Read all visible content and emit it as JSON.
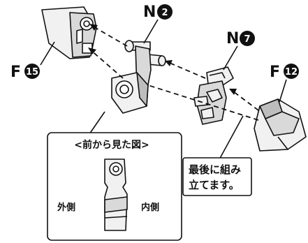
{
  "parts": {
    "f15": {
      "letter": "F",
      "number": "15"
    },
    "n2": {
      "letter": "N",
      "number": "2"
    },
    "n7": {
      "letter": "N",
      "number": "7"
    },
    "f12": {
      "letter": "F",
      "number": "12"
    }
  },
  "front_view": {
    "title": "<前から見た図>",
    "outer_label": "外側",
    "inner_label": "内側"
  },
  "note": {
    "line1": "最後に組み",
    "line2": "立てます。"
  }
}
